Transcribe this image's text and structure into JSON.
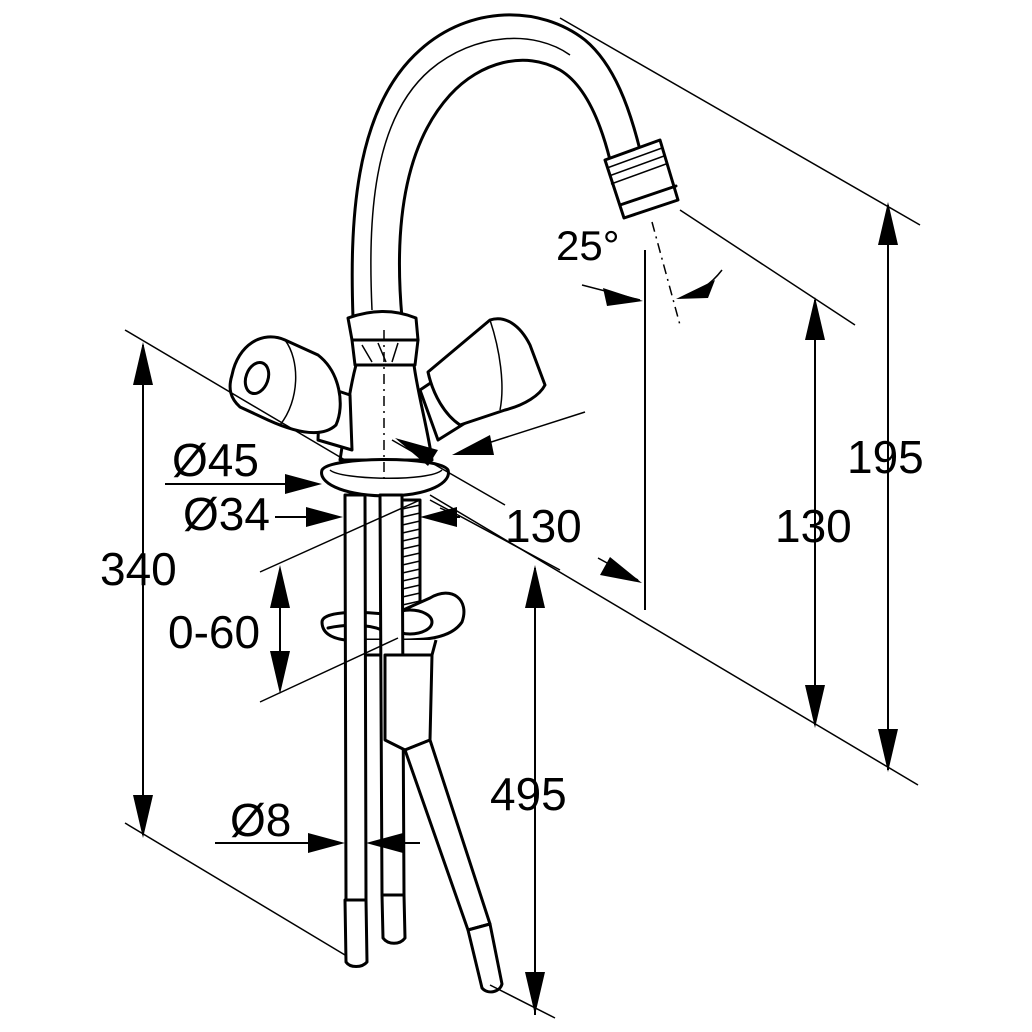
{
  "drawing": {
    "dimensions": {
      "total_height": "340",
      "spout_height": "195",
      "outlet_height": "130",
      "spout_reach": "130",
      "flange_diameter": "Ø45",
      "body_diameter": "Ø34",
      "deck_thickness": "0-60",
      "hose_length": "495",
      "hose_diameter": "Ø8",
      "spout_angle": "25°"
    }
  }
}
